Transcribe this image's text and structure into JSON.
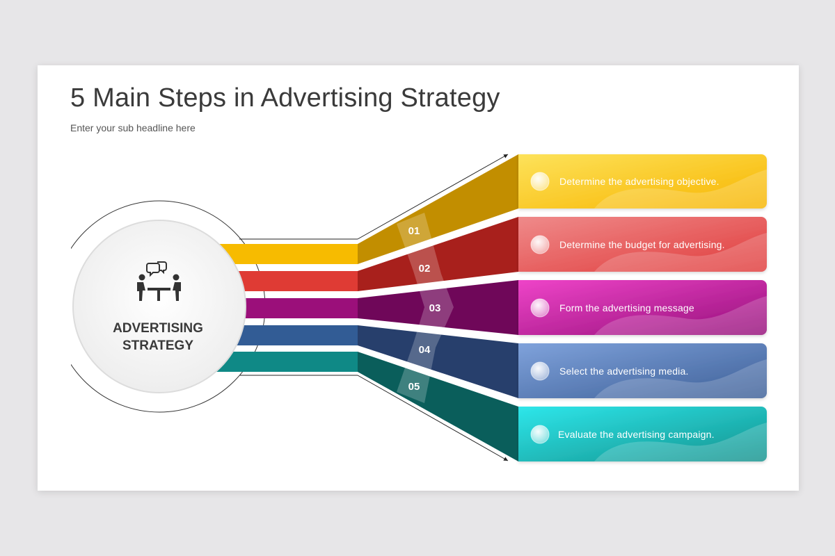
{
  "slide": {
    "title": "5 Main Steps in Advertising Strategy",
    "subtitle": "Enter your sub headline here"
  },
  "hub": {
    "line1": "ADVERTISING",
    "line2": "STRATEGY",
    "icon": "meeting-people-icon"
  },
  "steps": [
    {
      "number": "01",
      "text": "Determine the advertising objective.",
      "color": "#f5b800"
    },
    {
      "number": "02",
      "text": "Determine the budget for advertising.",
      "color": "#e0403a"
    },
    {
      "number": "03",
      "text": "Form the advertising message",
      "color": "#b3148a"
    },
    {
      "number": "04",
      "text": "Select the advertising media.",
      "color": "#3a6199"
    },
    {
      "number": "05",
      "text": "Evaluate the advertising campaign.",
      "color": "#14948f"
    }
  ]
}
